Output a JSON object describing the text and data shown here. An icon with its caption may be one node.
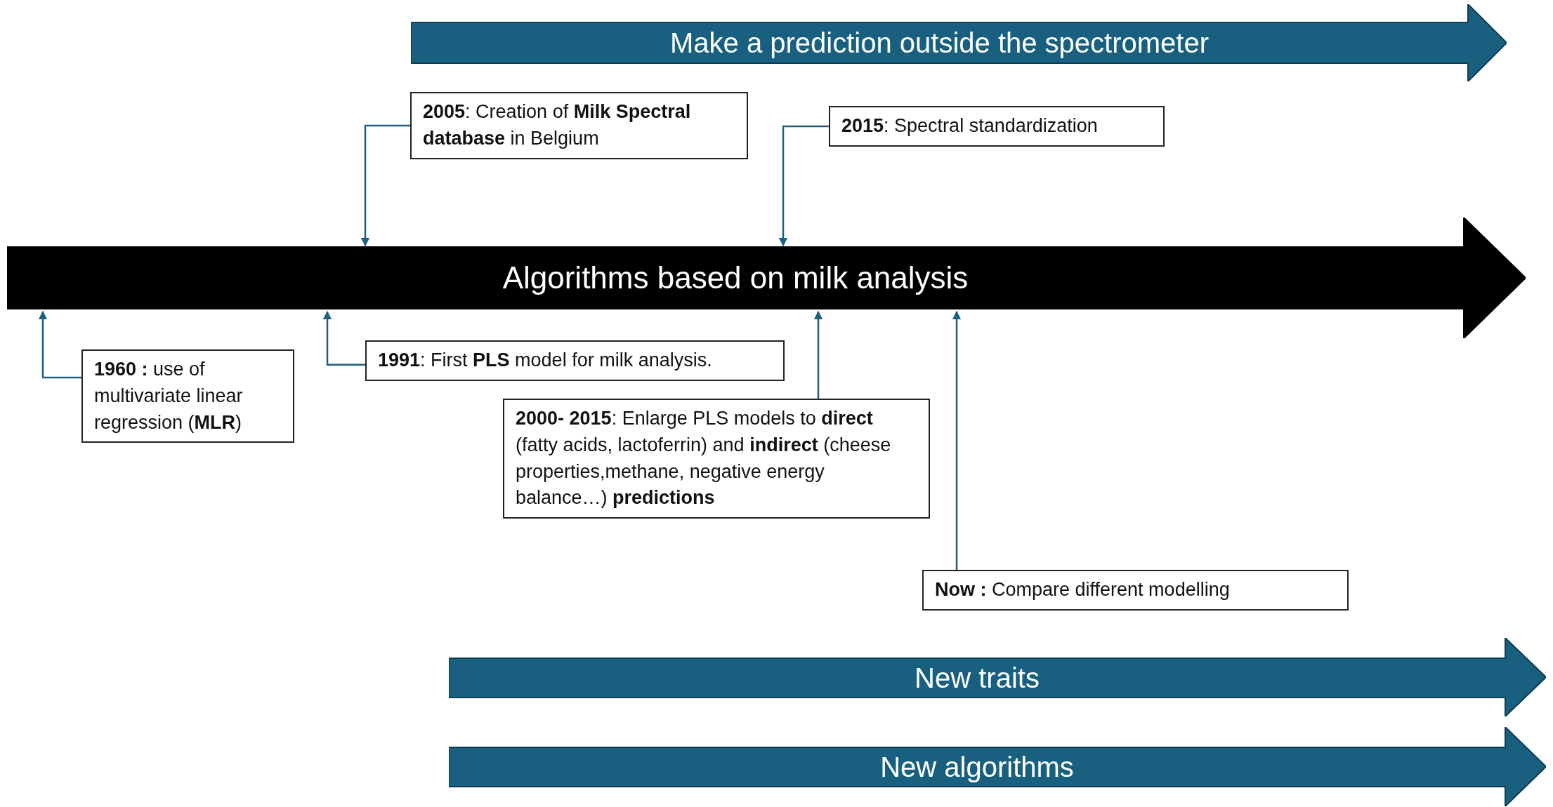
{
  "diagram": {
    "nodes": [
      {
        "text": [
          "Make a prediction outside the spectrometer"
        ]
      },
      {
        "text": [
          "**2005**: Creation of **Milk Spectral database** in Belgium"
        ]
      },
      {
        "text": [
          "**2015**: Spectral standardization"
        ]
      },
      {
        "text": [
          "Algorithms based on milk analysis"
        ]
      },
      {
        "text": [
          "**1960 :** use of multivariate linear regression (**MLR**)"
        ]
      },
      {
        "text": [
          "**1991**: First **PLS** model for milk analysis."
        ]
      },
      {
        "text": [
          "**2000- 2015**: Enlarge PLS models to **direct** (fatty acids, lactoferrin) and **indirect** (cheese properties,methane, negative energy balance…) **predictions**"
        ]
      },
      {
        "text": [
          "**Now :** Compare different modelling"
        ]
      },
      {
        "text": [
          "New traits"
        ]
      },
      {
        "text": [
          "New algorithms"
        ]
      }
    ],
    "edges": [
      {
        "from": 1,
        "to": 3,
        "arrow": "to"
      },
      {
        "from": 2,
        "to": 3,
        "arrow": "to"
      },
      {
        "from": 4,
        "to": 3,
        "arrow": "to"
      },
      {
        "from": 5,
        "to": 3,
        "arrow": "to"
      },
      {
        "from": 6,
        "to": 3,
        "arrow": "to"
      },
      {
        "from": 7,
        "to": 3,
        "arrow": "to"
      }
    ]
  }
}
